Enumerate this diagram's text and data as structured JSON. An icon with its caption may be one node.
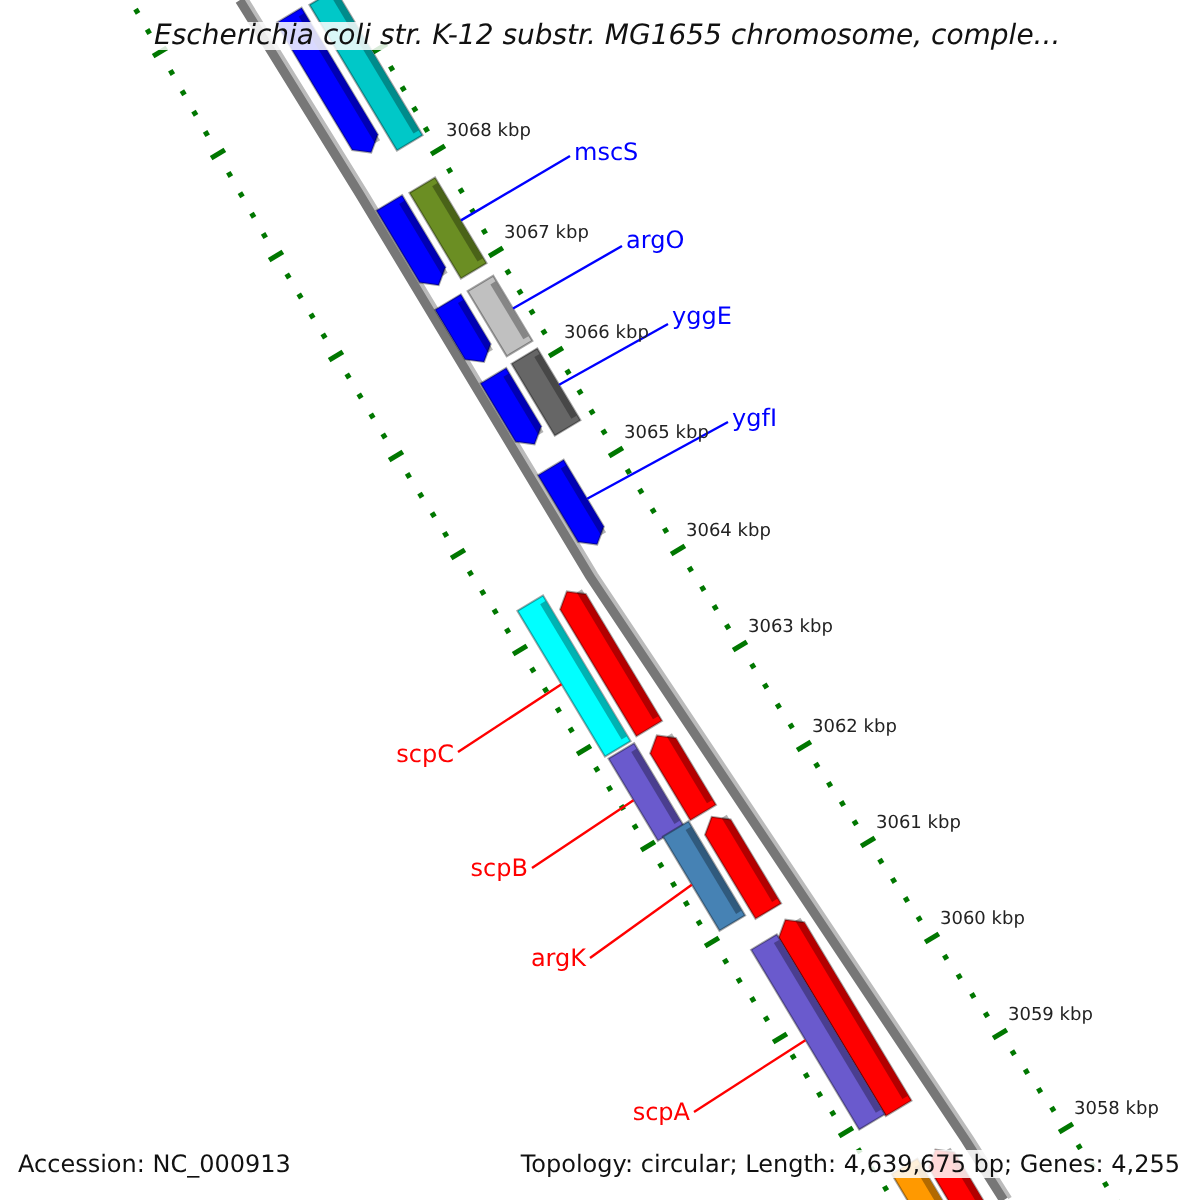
{
  "diagram": {
    "title": "Escherichia coli str. K-12 substr. MG1655 chromosome, comple...",
    "nodes": [
      {
        "text": [
          "mscS"
        ]
      },
      {
        "text": [],
        "shape": "bar"
      },
      {
        "text": [
          "argO"
        ]
      },
      {
        "text": [],
        "shape": "bar"
      },
      {
        "text": [
          "yggE"
        ]
      },
      {
        "text": [],
        "shape": "bar"
      },
      {
        "text": [
          "ygfI"
        ]
      },
      {
        "text": [],
        "shape": "bar"
      },
      {
        "text": [
          "scpC"
        ]
      },
      {
        "text": [],
        "shape": "bar"
      },
      {
        "text": [
          "scpB"
        ]
      },
      {
        "text": [],
        "shape": "bar"
      },
      {
        "text": [
          "argK"
        ]
      },
      {
        "text": [],
        "shape": "bar"
      },
      {
        "text": [
          "scpA"
        ]
      },
      {
        "text": [],
        "shape": "bar"
      }
    ],
    "edges": [
      {
        "from": 0,
        "to": 1,
        "arrow": "none",
        "color": "#0000ff"
      },
      {
        "from": 2,
        "to": 3,
        "arrow": "none",
        "color": "#0000ff"
      },
      {
        "from": 4,
        "to": 5,
        "arrow": "none",
        "color": "#0000ff"
      },
      {
        "from": 6,
        "to": 7,
        "arrow": "none",
        "color": "#0000ff"
      },
      {
        "from": 8,
        "to": 9,
        "arrow": "none",
        "color": "#ff0000"
      },
      {
        "from": 10,
        "to": 11,
        "arrow": "none",
        "color": "#ff0000"
      },
      {
        "from": 12,
        "to": 13,
        "arrow": "none",
        "color": "#ff0000"
      },
      {
        "from": 14,
        "to": 15,
        "arrow": "none",
        "color": "#ff0000"
      }
    ],
    "labels": [
      "3068 kbp",
      "3067 kbp",
      "3066 kbp",
      "3065 kbp",
      "3064 kbp",
      "3063 kbp",
      "3062 kbp",
      "3061 kbp",
      "3060 kbp",
      "3059 kbp",
      "3058 kbp",
      "Accession: NC_000913",
      "Topology: circular; Length: 4,639,675 bp; Genes: 4,255"
    ]
  }
}
